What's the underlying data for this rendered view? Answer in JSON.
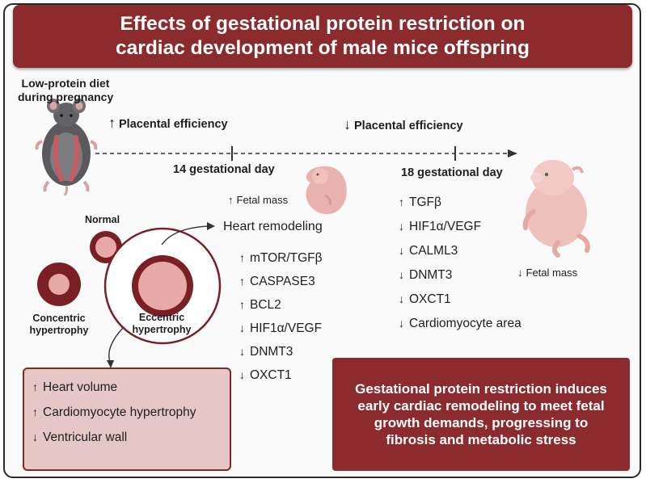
{
  "title": {
    "line1": "Effects of gestational protein restriction on",
    "line2": "cardiac development of male mice offspring"
  },
  "diet": {
    "line1": "Low-protein diet",
    "line2": "during pregnancy"
  },
  "placental_up": "Placental efficiency",
  "placental_down": "Placental efficiency",
  "timeline": {
    "day14": "14 gestational day",
    "day18": "18 gestational day"
  },
  "fetal_mass_up": "Fetal mass",
  "fetal_mass_down": "Fetal mass",
  "heart_remodeling": "Heart remodeling",
  "hypertrophy": {
    "normal": "Normal",
    "concentric_1": "Concentric",
    "concentric_2": "hypertrophy",
    "eccentric_1": "Eccentric",
    "eccentric_2": "hypertrophy"
  },
  "day14_markers": [
    {
      "dir": "up",
      "label": "mTOR/TGFβ"
    },
    {
      "dir": "up",
      "label": "CASPASE3"
    },
    {
      "dir": "up",
      "label": "BCL2"
    },
    {
      "dir": "down",
      "label": "HIF1α/VEGF"
    },
    {
      "dir": "down",
      "label": "DNMT3"
    },
    {
      "dir": "down",
      "label": "OXCT1"
    }
  ],
  "day18_markers": [
    {
      "dir": "up",
      "label": "TGFβ"
    },
    {
      "dir": "down",
      "label": "HIF1α/VEGF"
    },
    {
      "dir": "down",
      "label": "CALML3"
    },
    {
      "dir": "down",
      "label": "DNMT3"
    },
    {
      "dir": "down",
      "label": "OXCT1"
    },
    {
      "dir": "down",
      "label": "Cardiomyocyte area"
    }
  ],
  "eccentric_effects": [
    {
      "dir": "up",
      "label": "Heart volume"
    },
    {
      "dir": "up",
      "label": "Cardiomyocyte hypertrophy"
    },
    {
      "dir": "down",
      "label": "Ventricular wall"
    }
  ],
  "conclusion": "Gestational protein restriction induces early cardiac remodeling to meet fetal growth demands, progressing to fibrosis and metabolic stress",
  "colors": {
    "maroon": "#8c2b2e",
    "pink_box": "#e6c7c6",
    "heart_ring": "#7a1f24",
    "heart_fill": "#e6a9a6"
  }
}
